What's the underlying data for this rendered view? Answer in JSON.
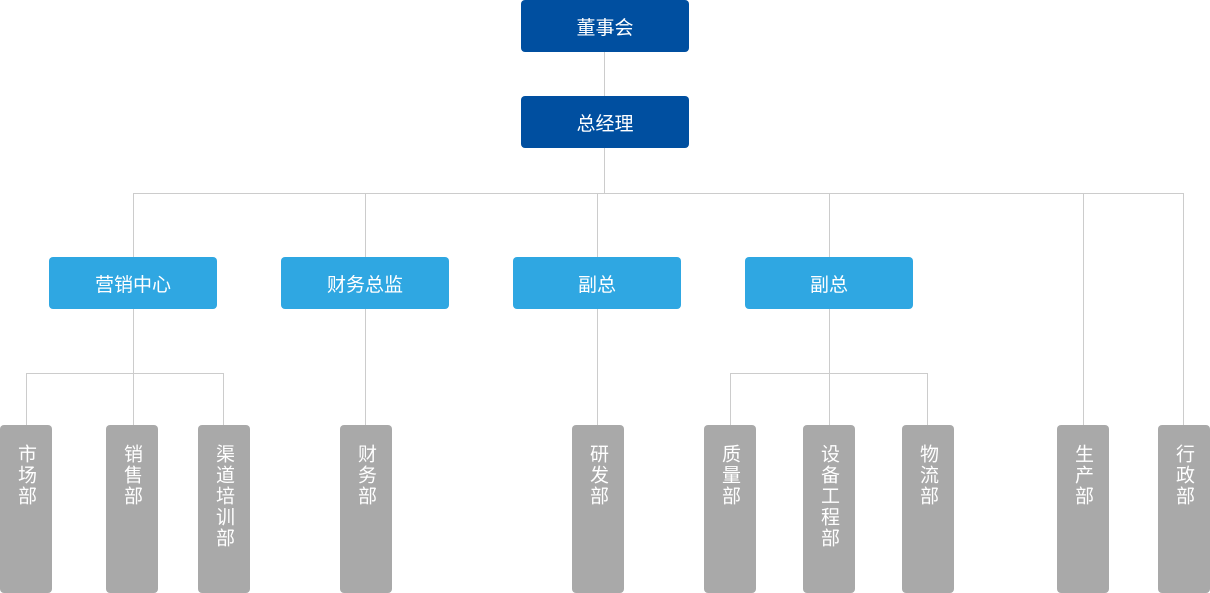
{
  "colors": {
    "top_node": "#004fa0",
    "mid_node": "#2fa7e2",
    "dept_node": "#a9a9a9",
    "connector": "#cccccc"
  },
  "top": {
    "board": "董事会",
    "gm": "总经理"
  },
  "mid": {
    "marketing_center": "营销中心",
    "cfo": "财务总监",
    "vp1": "副总",
    "vp2": "副总"
  },
  "departments": {
    "market": "市场部",
    "sales": "销售部",
    "channel_training": "渠道培训部",
    "finance": "财务部",
    "rnd": "研发部",
    "quality": "质量部",
    "equipment_engineering": "设备工程部",
    "logistics": "物流部",
    "production": "生产部",
    "admin": "行政部"
  }
}
